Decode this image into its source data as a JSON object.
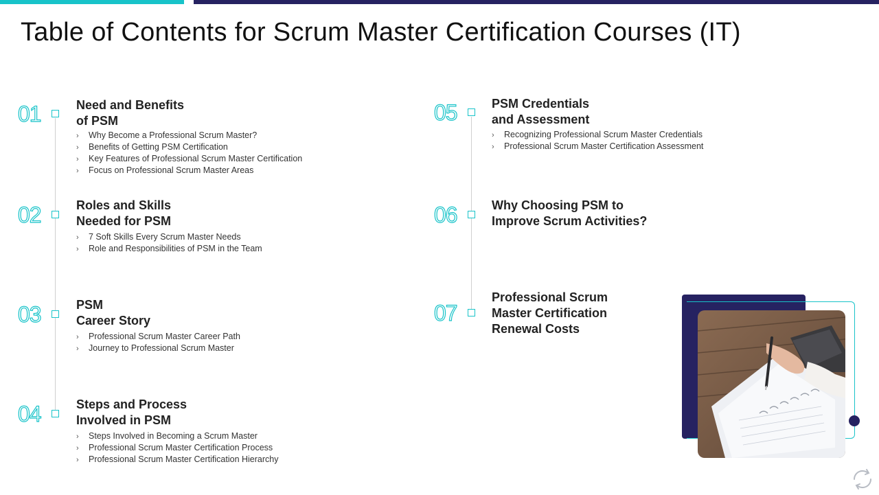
{
  "title": "Table of Contents for Scrum Master Certification Courses (IT)",
  "colors": {
    "accent": "#17c3c9",
    "navy": "#262261"
  },
  "items": [
    {
      "num": "01",
      "heading_l1": "Need and Benefits",
      "heading_l2": "of PSM",
      "bullets": [
        "Why Become a Professional Scrum Master?",
        "Benefits of Getting PSM Certification",
        "Key Features of Professional Scrum Master Certification",
        "Focus on Professional Scrum Master Areas"
      ]
    },
    {
      "num": "02",
      "heading_l1": "Roles and Skills",
      "heading_l2": "Needed for PSM",
      "bullets": [
        "7 Soft Skills Every Scrum Master Needs",
        "Role and Responsibilities of PSM in the Team"
      ]
    },
    {
      "num": "03",
      "heading_l1": "PSM",
      "heading_l2": "Career Story",
      "bullets": [
        "Professional Scrum Master Career Path",
        "Journey to Professional Scrum Master"
      ]
    },
    {
      "num": "04",
      "heading_l1": "Steps and Process",
      "heading_l2": "Involved in PSM",
      "bullets": [
        "Steps Involved in Becoming a Scrum Master",
        "Professional Scrum Master Certification Process",
        "Professional Scrum Master Certification Hierarchy"
      ]
    },
    {
      "num": "05",
      "heading_l1": "PSM Credentials",
      "heading_l2": "and Assessment",
      "bullets": [
        "Recognizing Professional Scrum Master Credentials",
        "Professional Scrum Master Certification Assessment"
      ]
    },
    {
      "num": "06",
      "heading_l1": "Why Choosing PSM to",
      "heading_l2": "Improve Scrum Activities?",
      "bullets": []
    },
    {
      "num": "07",
      "heading_l1": "Professional Scrum",
      "heading_l2": "Master Certification",
      "heading_l3": "Renewal Costs",
      "bullets": []
    }
  ],
  "bullet_glyph": "›",
  "icons": {
    "photo": "notebook-writing-photo",
    "logo": "refresh-cycle-icon"
  }
}
